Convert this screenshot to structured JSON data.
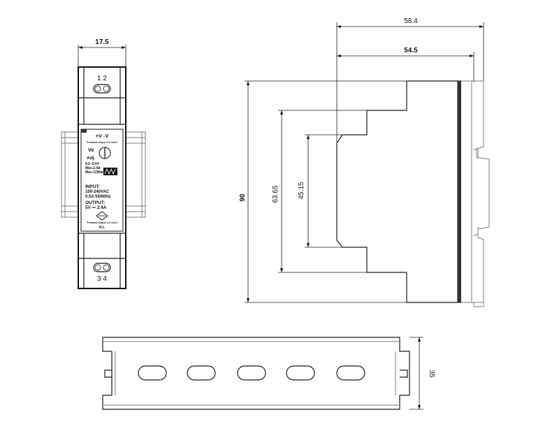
{
  "front_view": {
    "width_dim": "17.5",
    "terminal_top": "1   2",
    "terminal_bottom": "3   4",
    "label": {
      "output_terminals": "+V  -V",
      "torque_top": "\"Terminal torque 4.4 Lb-in\"",
      "vo_adj": "Vo",
      "adj": "Adj.",
      "range": "4.5~5.5V",
      "max_current": "Max.2.4A",
      "max_power": "Max.12Watt",
      "input_title": "INPUT:",
      "input_voltage": "100-240VAC",
      "input_current": "0.5A   50/60Hz",
      "output_title": "OUTPUT:",
      "output_value": "5V  ⎓  2.4A",
      "torque_bottom": "\"Terminal torque 4.4 Lb-in\"",
      "n_l": "N     L"
    }
  },
  "side_view": {
    "dim_58_4": "58.4",
    "dim_54_5": "54.5",
    "dim_90": "90",
    "dim_63_65": "63.65",
    "dim_45_15": "45.15"
  },
  "rail_view": {
    "dim_35": "35"
  }
}
